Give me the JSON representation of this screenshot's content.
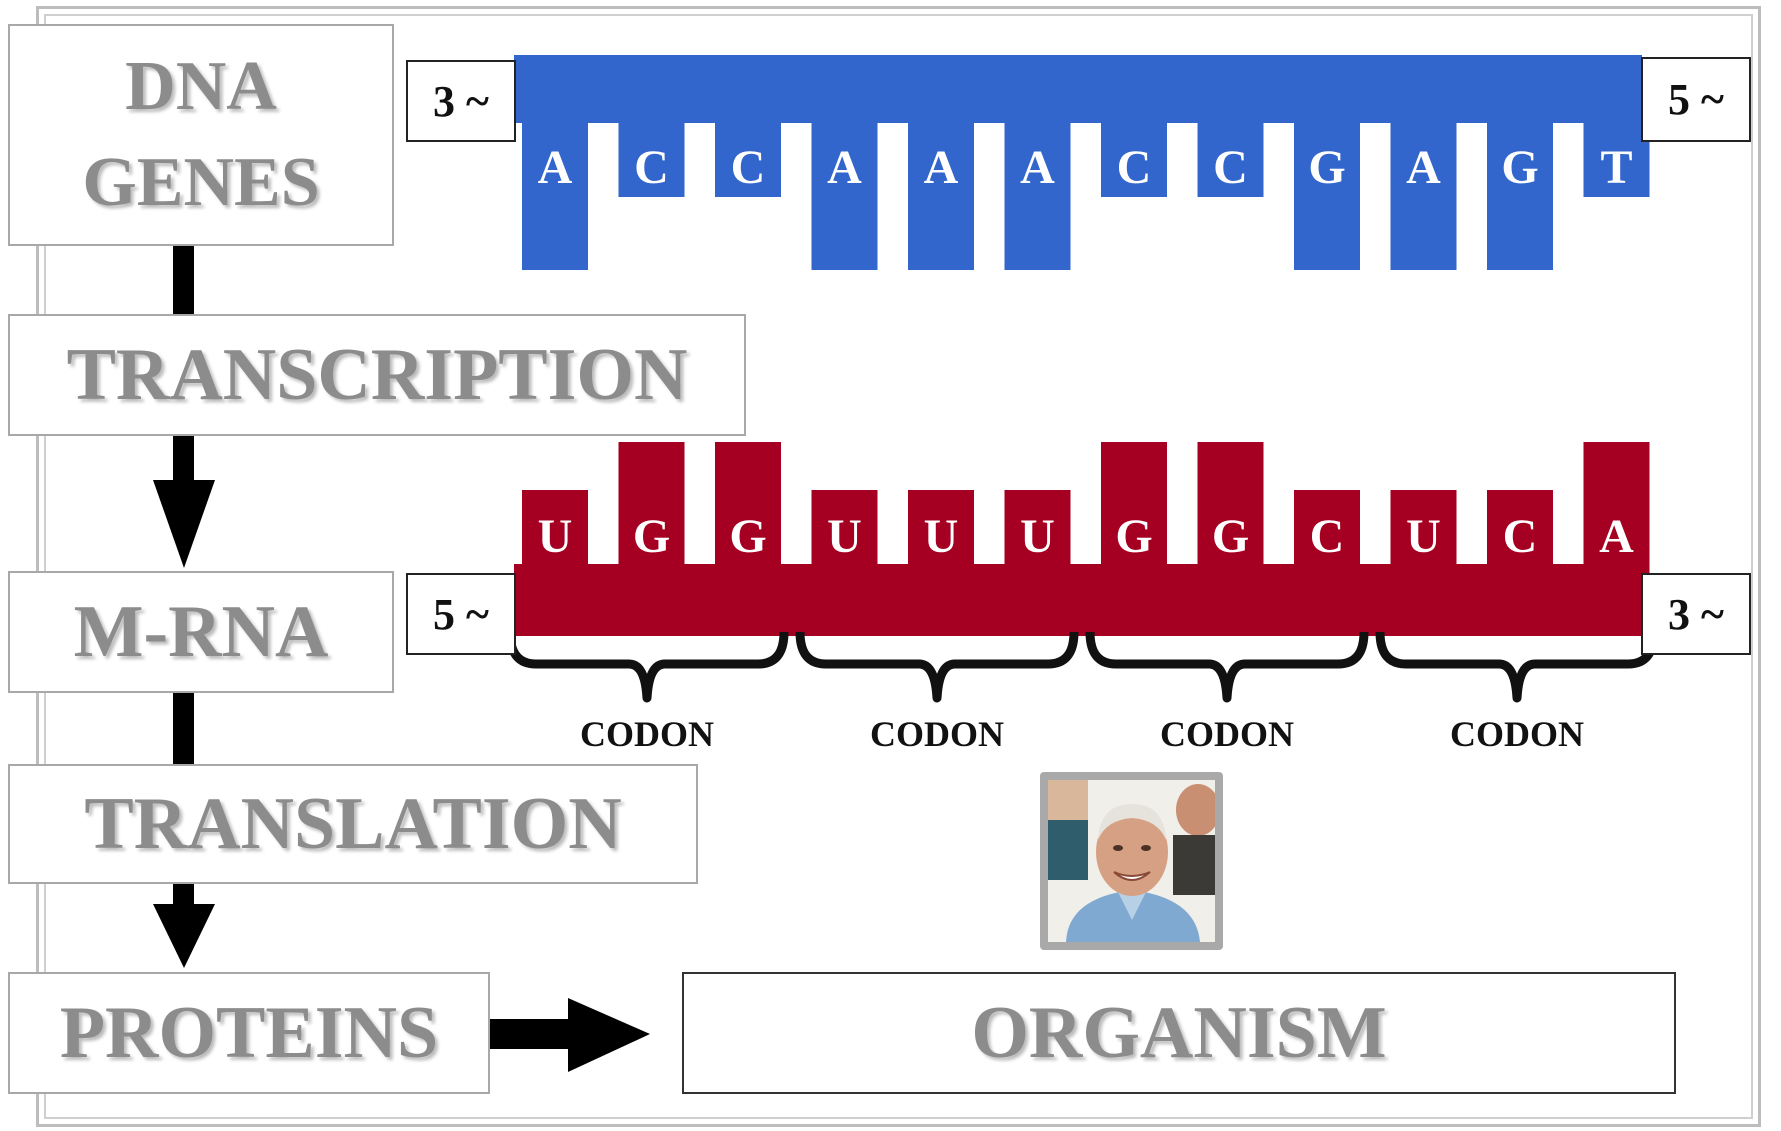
{
  "flow": {
    "dna_line1": "DNA",
    "dna_line2": "GENES",
    "transcription": "TRANSCRIPTION",
    "mrna": "M-RNA",
    "translation": "TRANSLATION",
    "proteins": "PROTEINS",
    "organism": "ORGANISM"
  },
  "dna_strand": {
    "left_end": "3 ~",
    "right_end": "5 ~",
    "bases": [
      "A",
      "C",
      "C",
      "A",
      "A",
      "A",
      "C",
      "C",
      "G",
      "A",
      "G",
      "T"
    ],
    "color": "#3366cc"
  },
  "mrna_strand": {
    "left_end": "5 ~",
    "right_end": "3 ~",
    "bases": [
      "U",
      "G",
      "G",
      "U",
      "U",
      "U",
      "G",
      "G",
      "C",
      "U",
      "C",
      "A"
    ],
    "color": "#a50021"
  },
  "codons": [
    "CODON",
    "CODON",
    "CODON",
    "CODON"
  ],
  "icons": {
    "photo": "smiling-man-photo",
    "arrow": "down-arrow"
  }
}
